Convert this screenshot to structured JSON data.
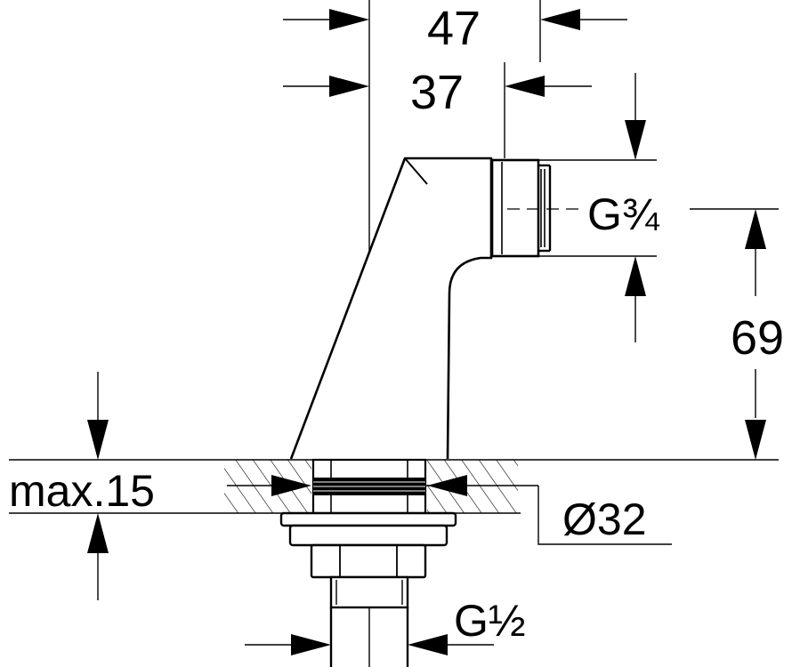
{
  "dimensions": {
    "width_47": "47",
    "width_37": "37",
    "thread_top": "G¾",
    "height_69": "69",
    "max_thickness": "max.15",
    "hole_diameter": "Ø32",
    "thread_bottom": "G½"
  },
  "colors": {
    "line": "#000000",
    "background": "#ffffff"
  }
}
